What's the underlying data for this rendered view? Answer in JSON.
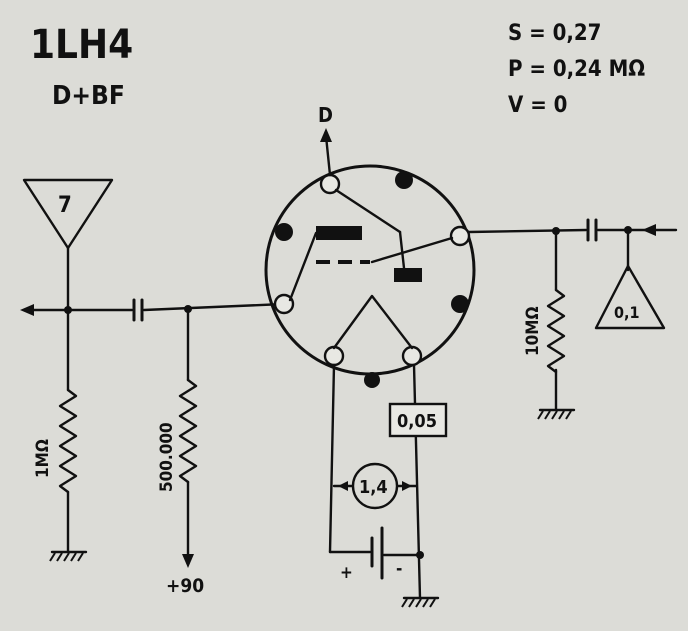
{
  "header": {
    "tube": "1LH4",
    "function": "D+BF"
  },
  "specs": {
    "s": "S = 0,27",
    "p": "P = 0,24 MΩ",
    "v": "V = 0"
  },
  "labels": {
    "input_marker": "7",
    "output_marker": "0,1",
    "detector_out": "D",
    "grid_resistor": "1MΩ",
    "load_resistor": "500.000",
    "plate_supply": "+90",
    "leak_resistor": "10MΩ",
    "filament_box": "0,05",
    "filament_voltage": "1,4",
    "plus": "+",
    "minus": "-"
  }
}
